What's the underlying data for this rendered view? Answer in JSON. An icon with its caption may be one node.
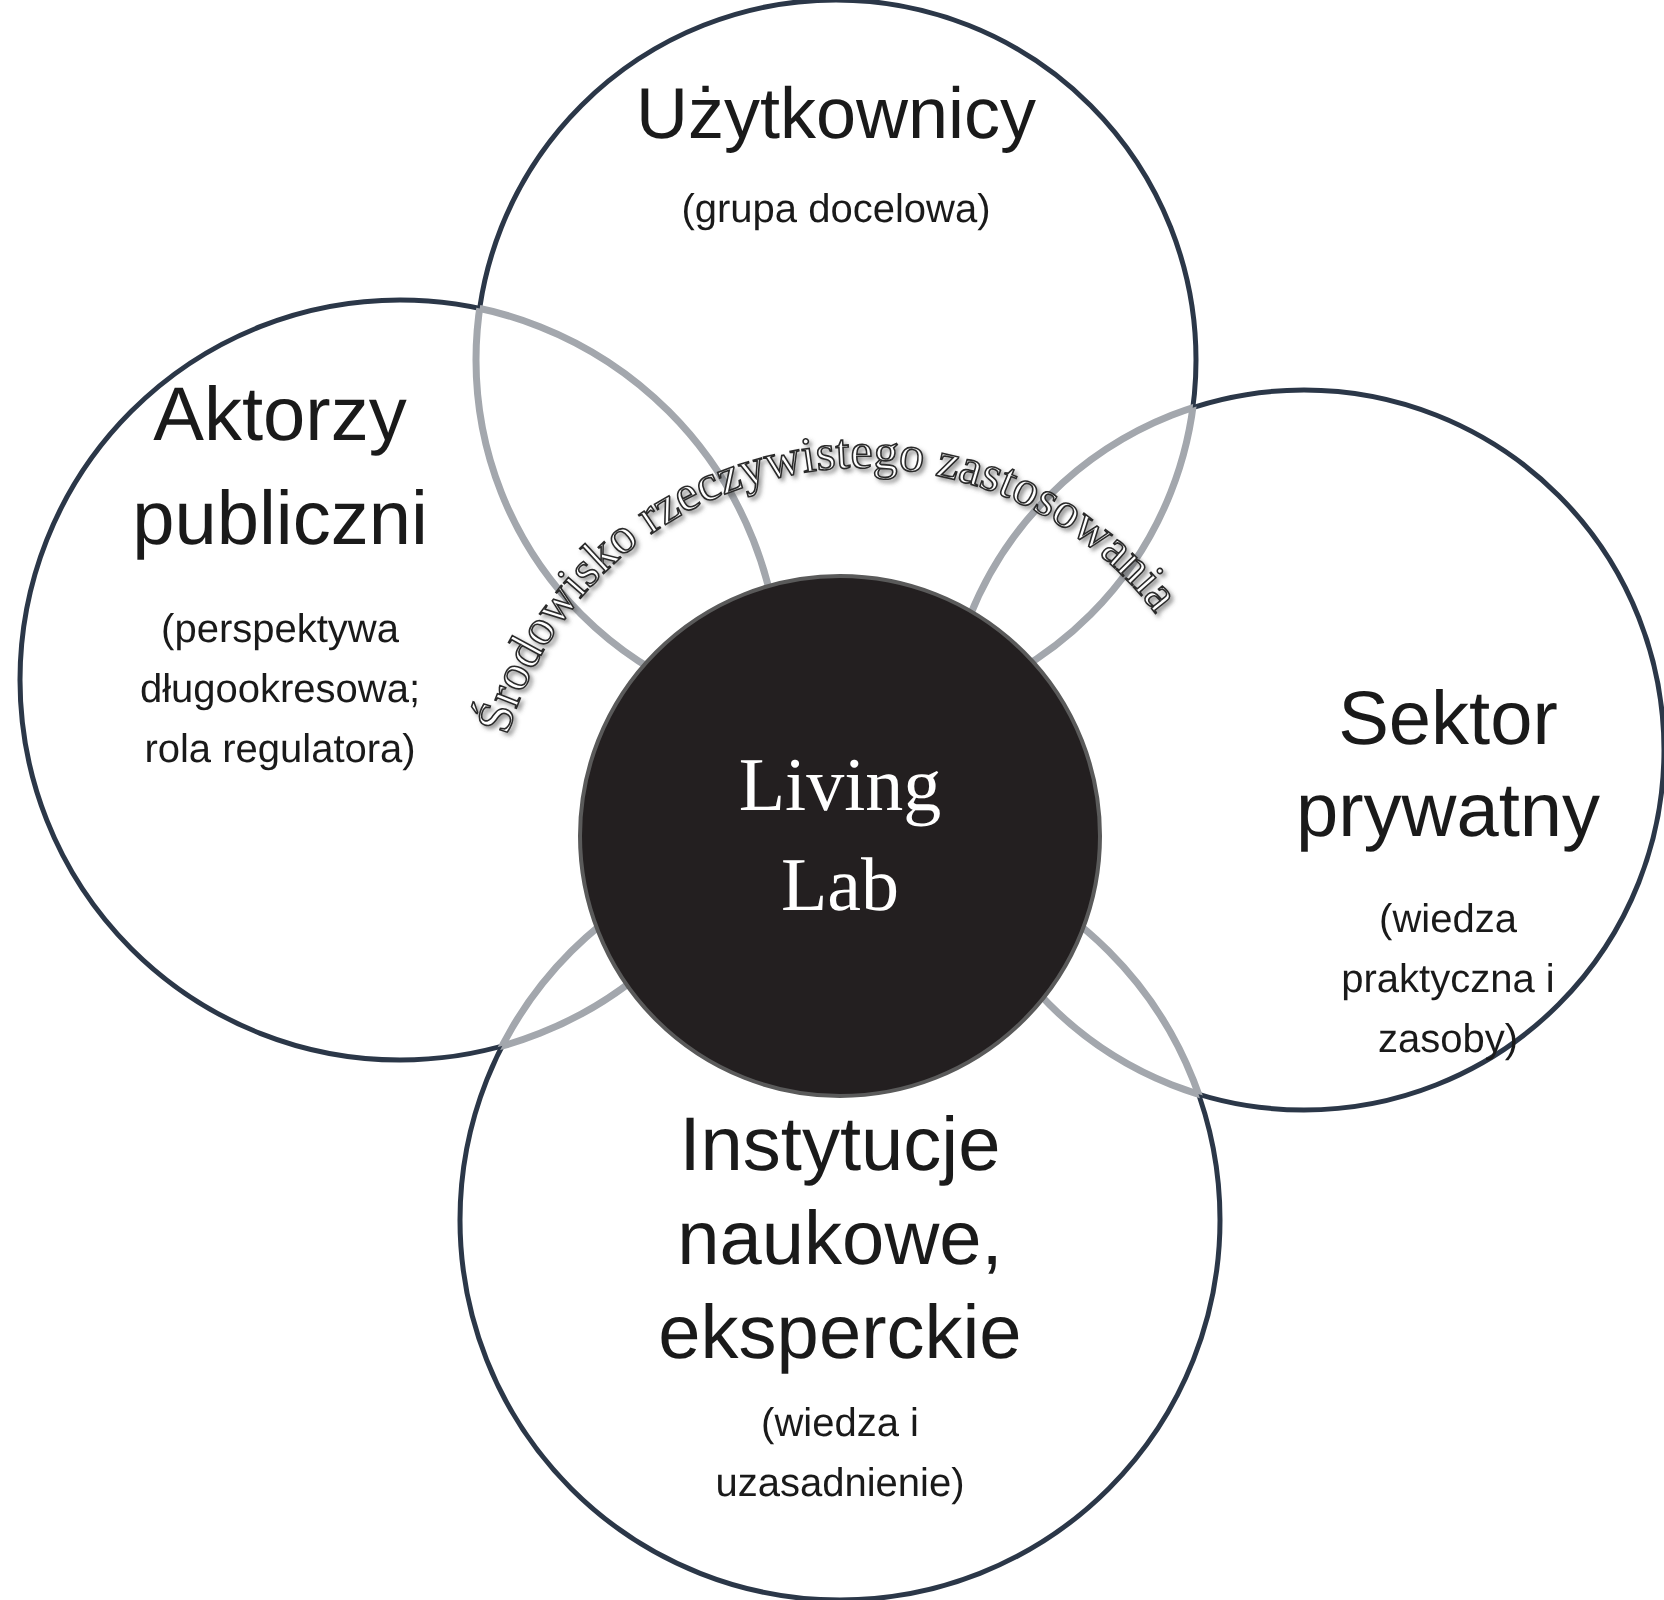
{
  "diagram": {
    "nodes": [
      {
        "text": [
          "Użytkownicy",
          "(grupa docelowa)"
        ]
      },
      {
        "text": [
          "Aktorzy publiczni",
          "(perspektywa długookresowa; rola regulatora)"
        ]
      },
      {
        "text": [
          "Sektor prywatny",
          "(wiedza praktyczna i zasoby)"
        ]
      },
      {
        "text": [
          "Instytucje naukowe, eksperckie",
          "(wiedza i uzasadnienie)"
        ]
      },
      {
        "text": [
          "Living Lab"
        ]
      }
    ],
    "labels": [
      "Środowisko rzeczywistego zastosowania"
    ]
  }
}
